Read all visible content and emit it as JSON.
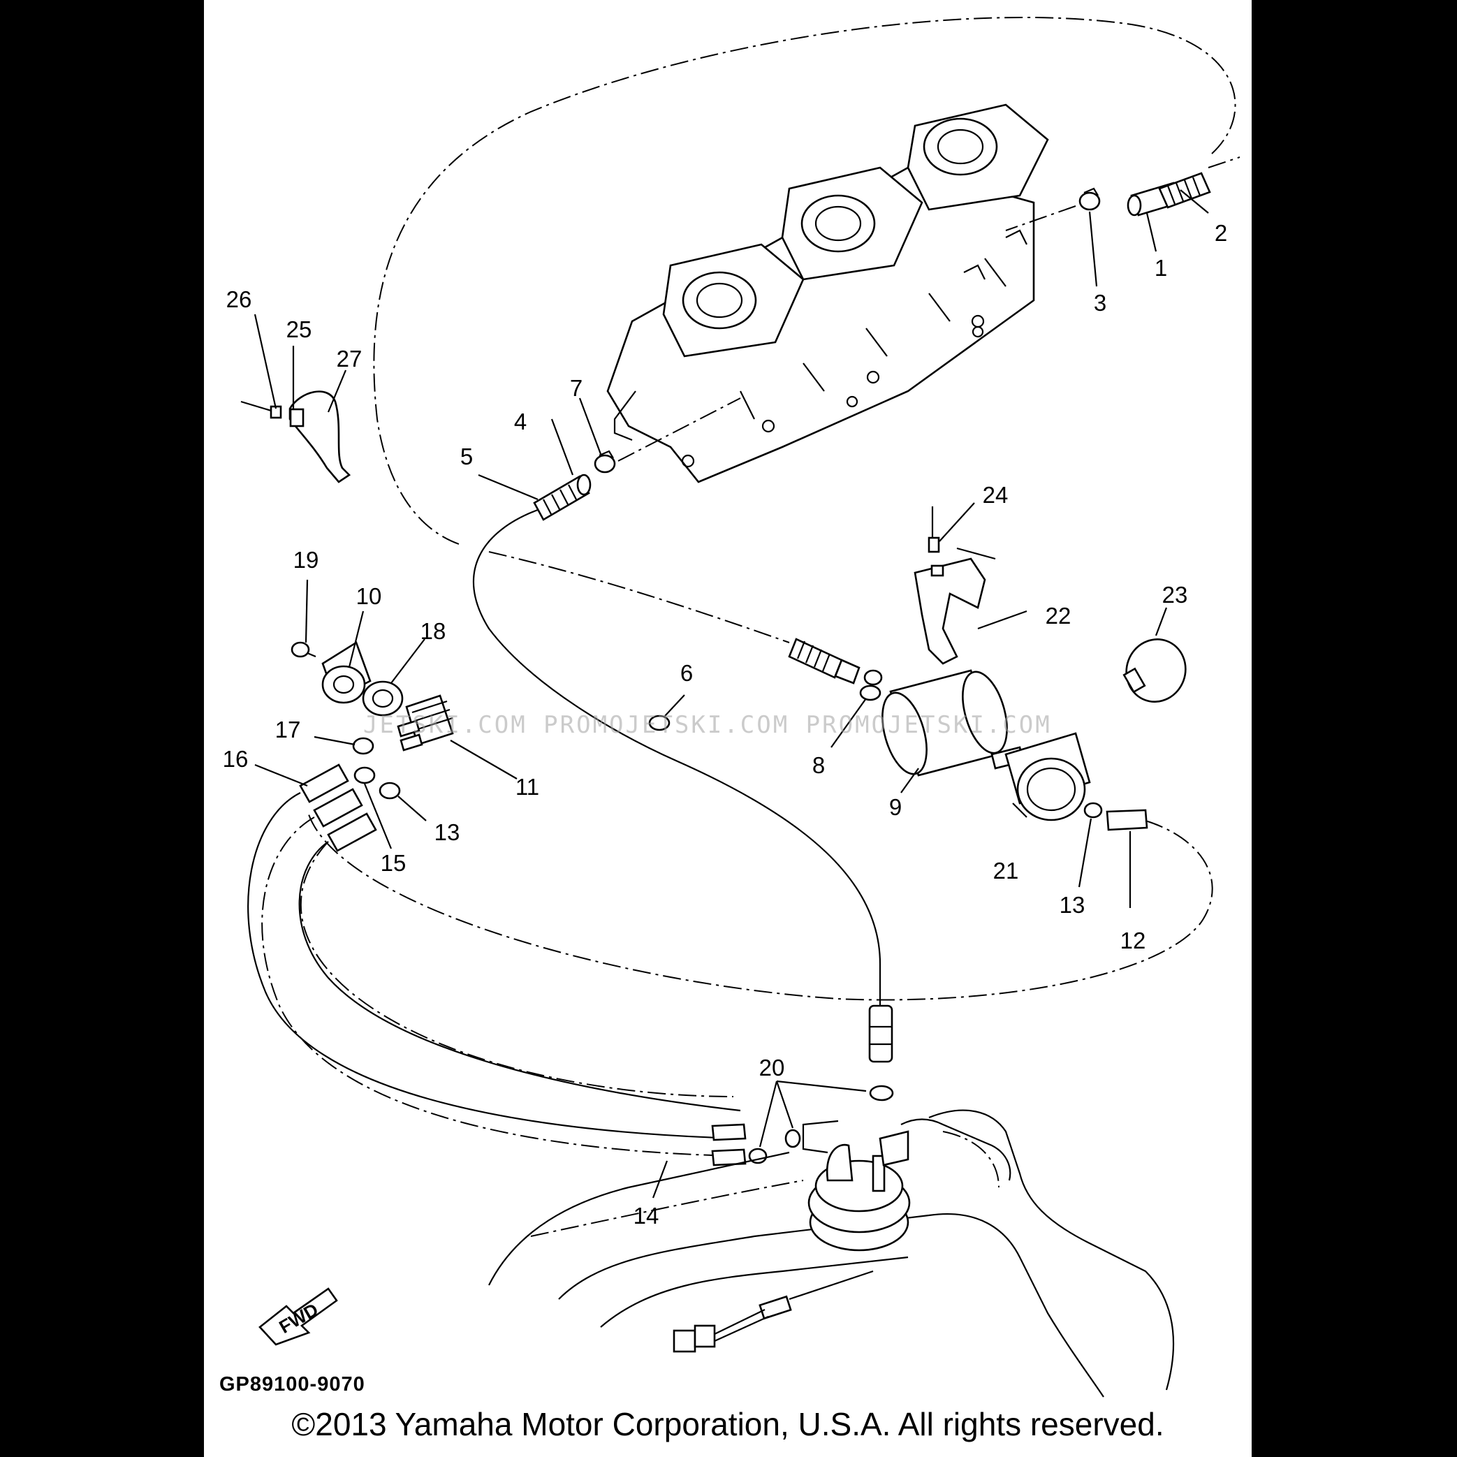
{
  "diagram": {
    "part_code": "GP89100-9070",
    "copyright": "©2013 Yamaha Motor Corporation, U.S.A. All rights reserved.",
    "watermark": "JETSKI.COM  PROMOJETSKI.COM  PROMOJETSKI.COM",
    "fwd_label": "FWD",
    "callouts": {
      "c1": "1",
      "c2": "2",
      "c3": "3",
      "c4": "4",
      "c5": "5",
      "c6": "6",
      "c7": "7",
      "c8": "8",
      "c9": "9",
      "c10": "10",
      "c11": "11",
      "c12": "12",
      "c13a": "13",
      "c13b": "13",
      "c14": "14",
      "c15": "15",
      "c16": "16",
      "c17": "17",
      "c18": "18",
      "c19": "19",
      "c20": "20",
      "c21": "21",
      "c22": "22",
      "c23": "23",
      "c24": "24",
      "c25": "25",
      "c26": "26",
      "c27": "27"
    }
  }
}
